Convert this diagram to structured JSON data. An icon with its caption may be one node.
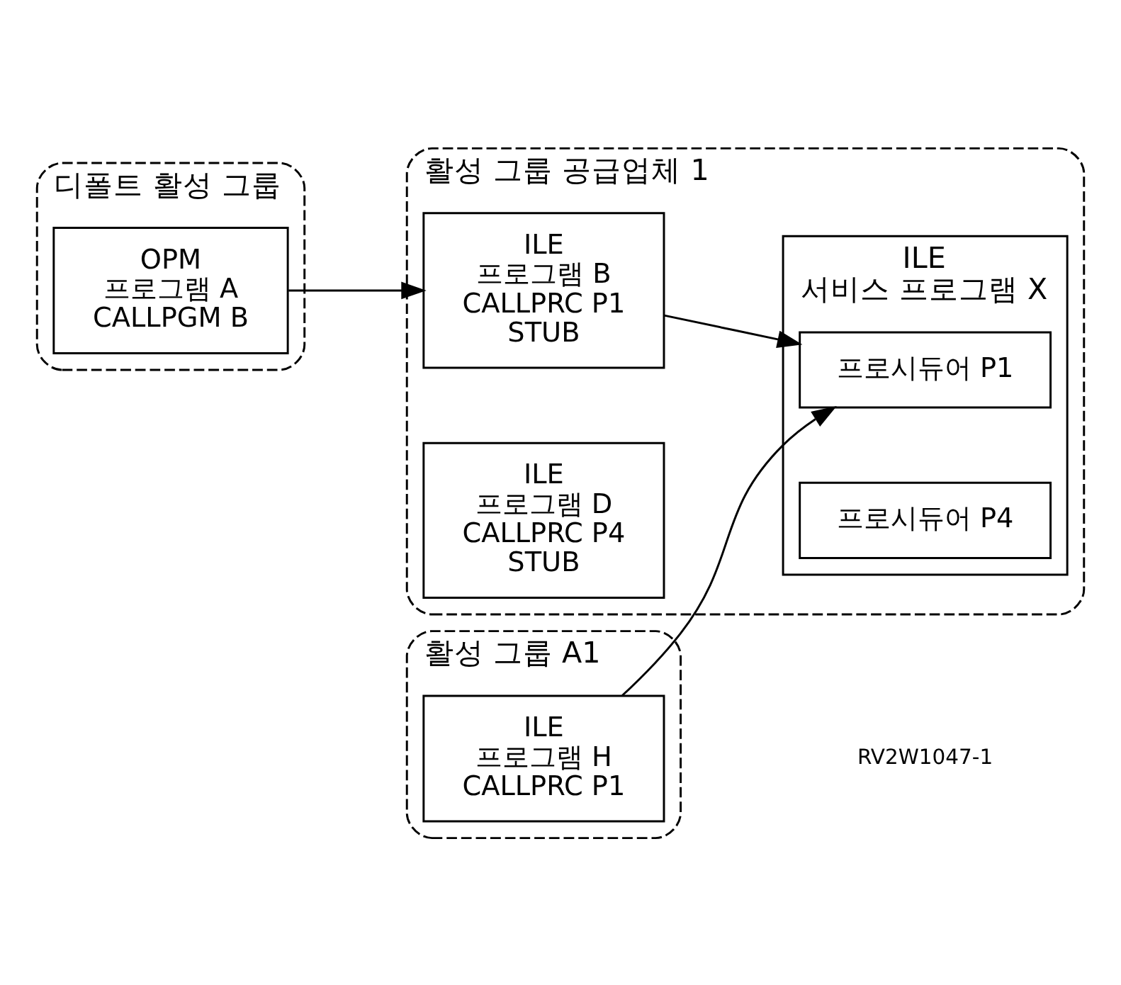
{
  "diagram": {
    "nodes": [
      {
        "text": [
          "디폴트 활성 그룹"
        ]
      },
      {
        "text": [
          "OPM",
          "프로그램 A",
          "CALLPGM B"
        ],
        "in": 0
      },
      {
        "text": [
          "활성 그룹 공급업체 1"
        ]
      },
      {
        "text": [
          "ILE",
          "프로그램 B",
          "CALLPRC P1",
          "STUB"
        ],
        "in": 2
      },
      {
        "text": [
          "ILE",
          "프로그램 D",
          "CALLPRC P4",
          "STUB"
        ],
        "in": 2
      },
      {
        "text": [
          "ILE",
          "서비스 프로그램 X"
        ],
        "in": 2
      },
      {
        "text": [
          "프로시듀어 P1"
        ],
        "in": 5
      },
      {
        "text": [
          "프로시듀어 P4"
        ],
        "in": 5
      },
      {
        "text": [
          "활성 그룹 A1"
        ]
      },
      {
        "text": [
          "ILE",
          "프로그램 H",
          "CALLPRC P1"
        ],
        "in": 8
      }
    ],
    "edges": [
      {
        "from": 1,
        "to": 3,
        "arrow": "to"
      },
      {
        "from": 3,
        "to": 6,
        "arrow": "to"
      },
      {
        "from": 9,
        "to": 6,
        "arrow": "to"
      }
    ],
    "labels": [
      "RV2W1047-1"
    ]
  }
}
